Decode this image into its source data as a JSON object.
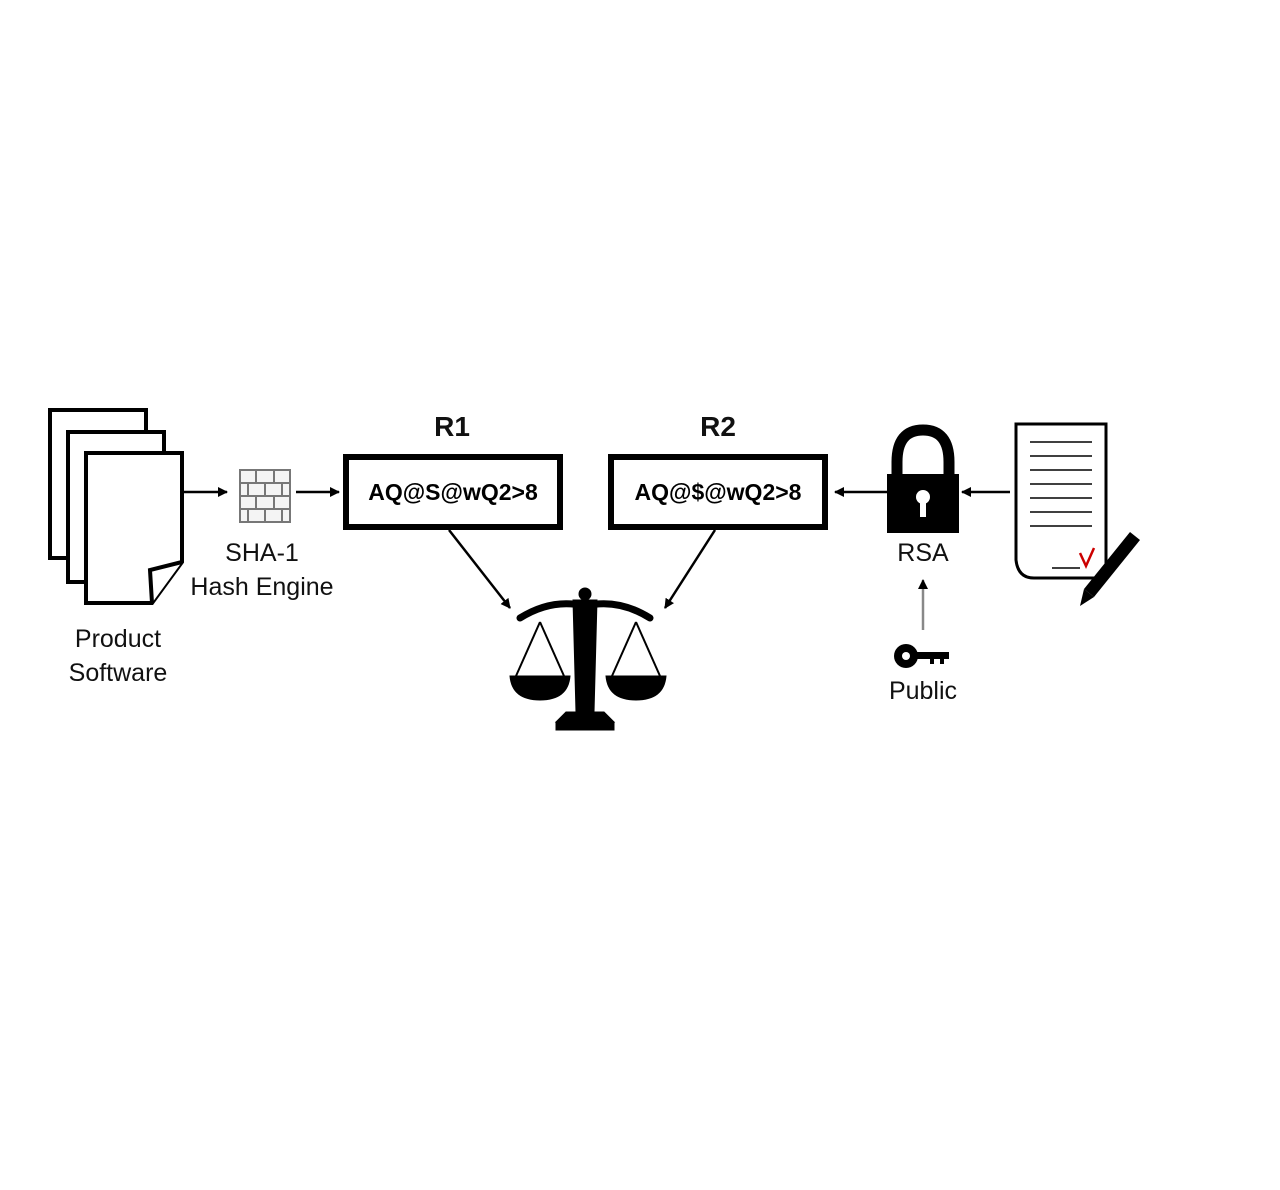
{
  "nodes": {
    "product_software": {
      "line1": "Product",
      "line2": "Software"
    },
    "hash_engine": {
      "line1": "SHA-1",
      "line2": "Hash Engine"
    },
    "r1": {
      "title": "R1",
      "value": "AQ@S@wQ2>8"
    },
    "r2": {
      "title": "R2",
      "value": "AQ@$@wQ2>8"
    },
    "rsa": {
      "label": "RSA"
    },
    "public_key": {
      "label": "Public"
    }
  },
  "icons": [
    "documents-icon",
    "hash-engine-icon",
    "scales-icon",
    "padlock-icon",
    "key-icon",
    "signed-document-icon",
    "pen-icon"
  ],
  "colors": {
    "ink": "#000000",
    "accent": "#cc0000"
  }
}
